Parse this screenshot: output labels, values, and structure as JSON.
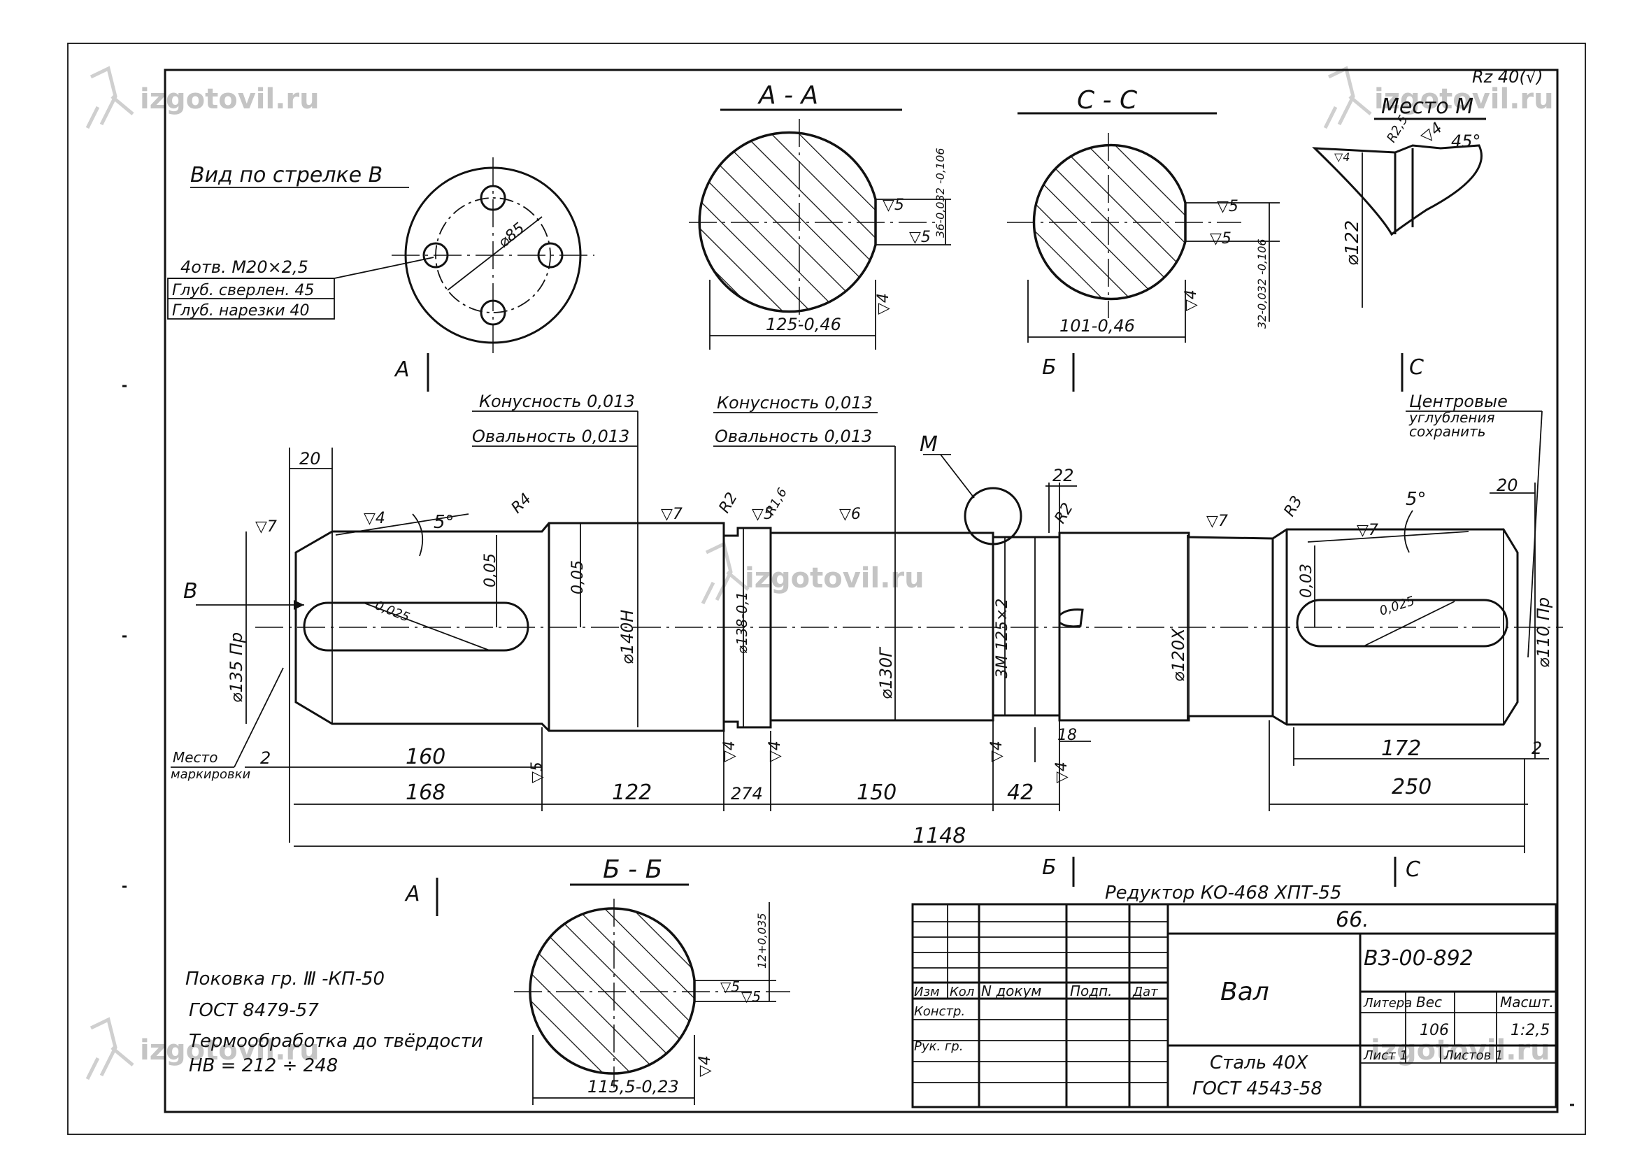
{
  "watermark": {
    "site": "izgotovil.ru"
  },
  "corner_mark": "Rz 40(√)",
  "view_b": {
    "title": "Вид по стрелке В",
    "diameter": "⌀85",
    "note1": "4отв. М20×2,5",
    "note2": "Глуб. сверлен. 45",
    "note3": "Глуб. нарезки 40"
  },
  "section_aa": {
    "title": "А - А",
    "width": "125-0,46",
    "keyway": "36-0,032 -0,106",
    "rough1": "▽5",
    "rough2": "▽5",
    "rough3": "▽4"
  },
  "section_cc": {
    "title": "С - С",
    "width": "101-0,46",
    "keyway": "32-0,032 -0,106",
    "rough1": "▽5",
    "rough2": "▽5",
    "rough3": "▽4"
  },
  "detail_m": {
    "title": "Место М",
    "r": "R2,5",
    "rough": "▽4",
    "angle": "45°",
    "d": "⌀122",
    "rough2": "▽4"
  },
  "section_bb": {
    "title": "Б - Б",
    "width": "115,5-0,23",
    "keyway": "12+0,035",
    "rough1": "▽5",
    "rough2": "▽5",
    "rough3": "▽4"
  },
  "cut_labels": {
    "a": "А",
    "b": "Б",
    "c": "С",
    "m": "М",
    "arrow_b": "В"
  },
  "shaft": {
    "taper1": "Конусность 0,013",
    "oval1": "Овальность 0,013",
    "taper2": "Конусность 0,013",
    "oval2": "Овальность 0,013",
    "centers1": "Центровые",
    "centers2": "углубления",
    "centers3": "сохранить",
    "marking1": "Место",
    "marking2": "маркировки",
    "d1": "⌀135 Пр",
    "d2": "⌀140Н",
    "d3": "⌀138-0,1",
    "d4": "⌀130Г",
    "d5": "3М 125×2",
    "d6": "⌀120Х",
    "d7": "⌀110 Пр",
    "tol1": "0,05",
    "tol2": "0,05",
    "tol3": "0,03",
    "tol_key1": "0,025",
    "tol_key2": "0,025",
    "r1": "R4",
    "r2": "R2",
    "r3": "R1,6",
    "r4": "R2",
    "r5": "R3",
    "ang1": "5°",
    "ang2": "5°",
    "rough": [
      "▽7",
      "▽4",
      "▽7",
      "▽5",
      "▽6",
      "▽7",
      "▽7",
      "▽5",
      "▽4",
      "▽4",
      "▽4",
      "▽4"
    ],
    "dims": {
      "d20a": "20",
      "d20b": "20",
      "d22": "22",
      "d18": "18",
      "d2a": "2",
      "d2b": "2",
      "d160": "160",
      "d172": "172",
      "d168": "168",
      "d122": "122",
      "d274": "274",
      "d150": "150",
      "d42": "42",
      "d250": "250",
      "d1148": "1148"
    }
  },
  "notes": {
    "line1": "Поковка гр. Ⅲ -КП-50",
    "line2": "ГОСТ 8479-57",
    "line3": "Термообработка до твёрдости",
    "line4": "НВ = 212 ÷ 248"
  },
  "title_block": {
    "project": "Редуктор КО-468   ХПТ-55",
    "sheet_code": "66.",
    "doc_code": "В3-00-892",
    "name": "Вал",
    "material1": "Сталь 40Х",
    "material2": "ГОСТ 4543-58",
    "hdr_izm": "Изм",
    "hdr_kol": "Кол",
    "hdr_ndok": "N докум",
    "hdr_podp": "Подп.",
    "hdr_data": "Дат",
    "role1": "Констр.",
    "role2": "Рук. гр.",
    "hdr_litera": "Литера",
    "hdr_ves": "Вес",
    "hdr_masht": "Масшт.",
    "weight": "106",
    "scale": "1:2,5",
    "sheet": "Лист 1",
    "sheets": "Листов 1"
  }
}
